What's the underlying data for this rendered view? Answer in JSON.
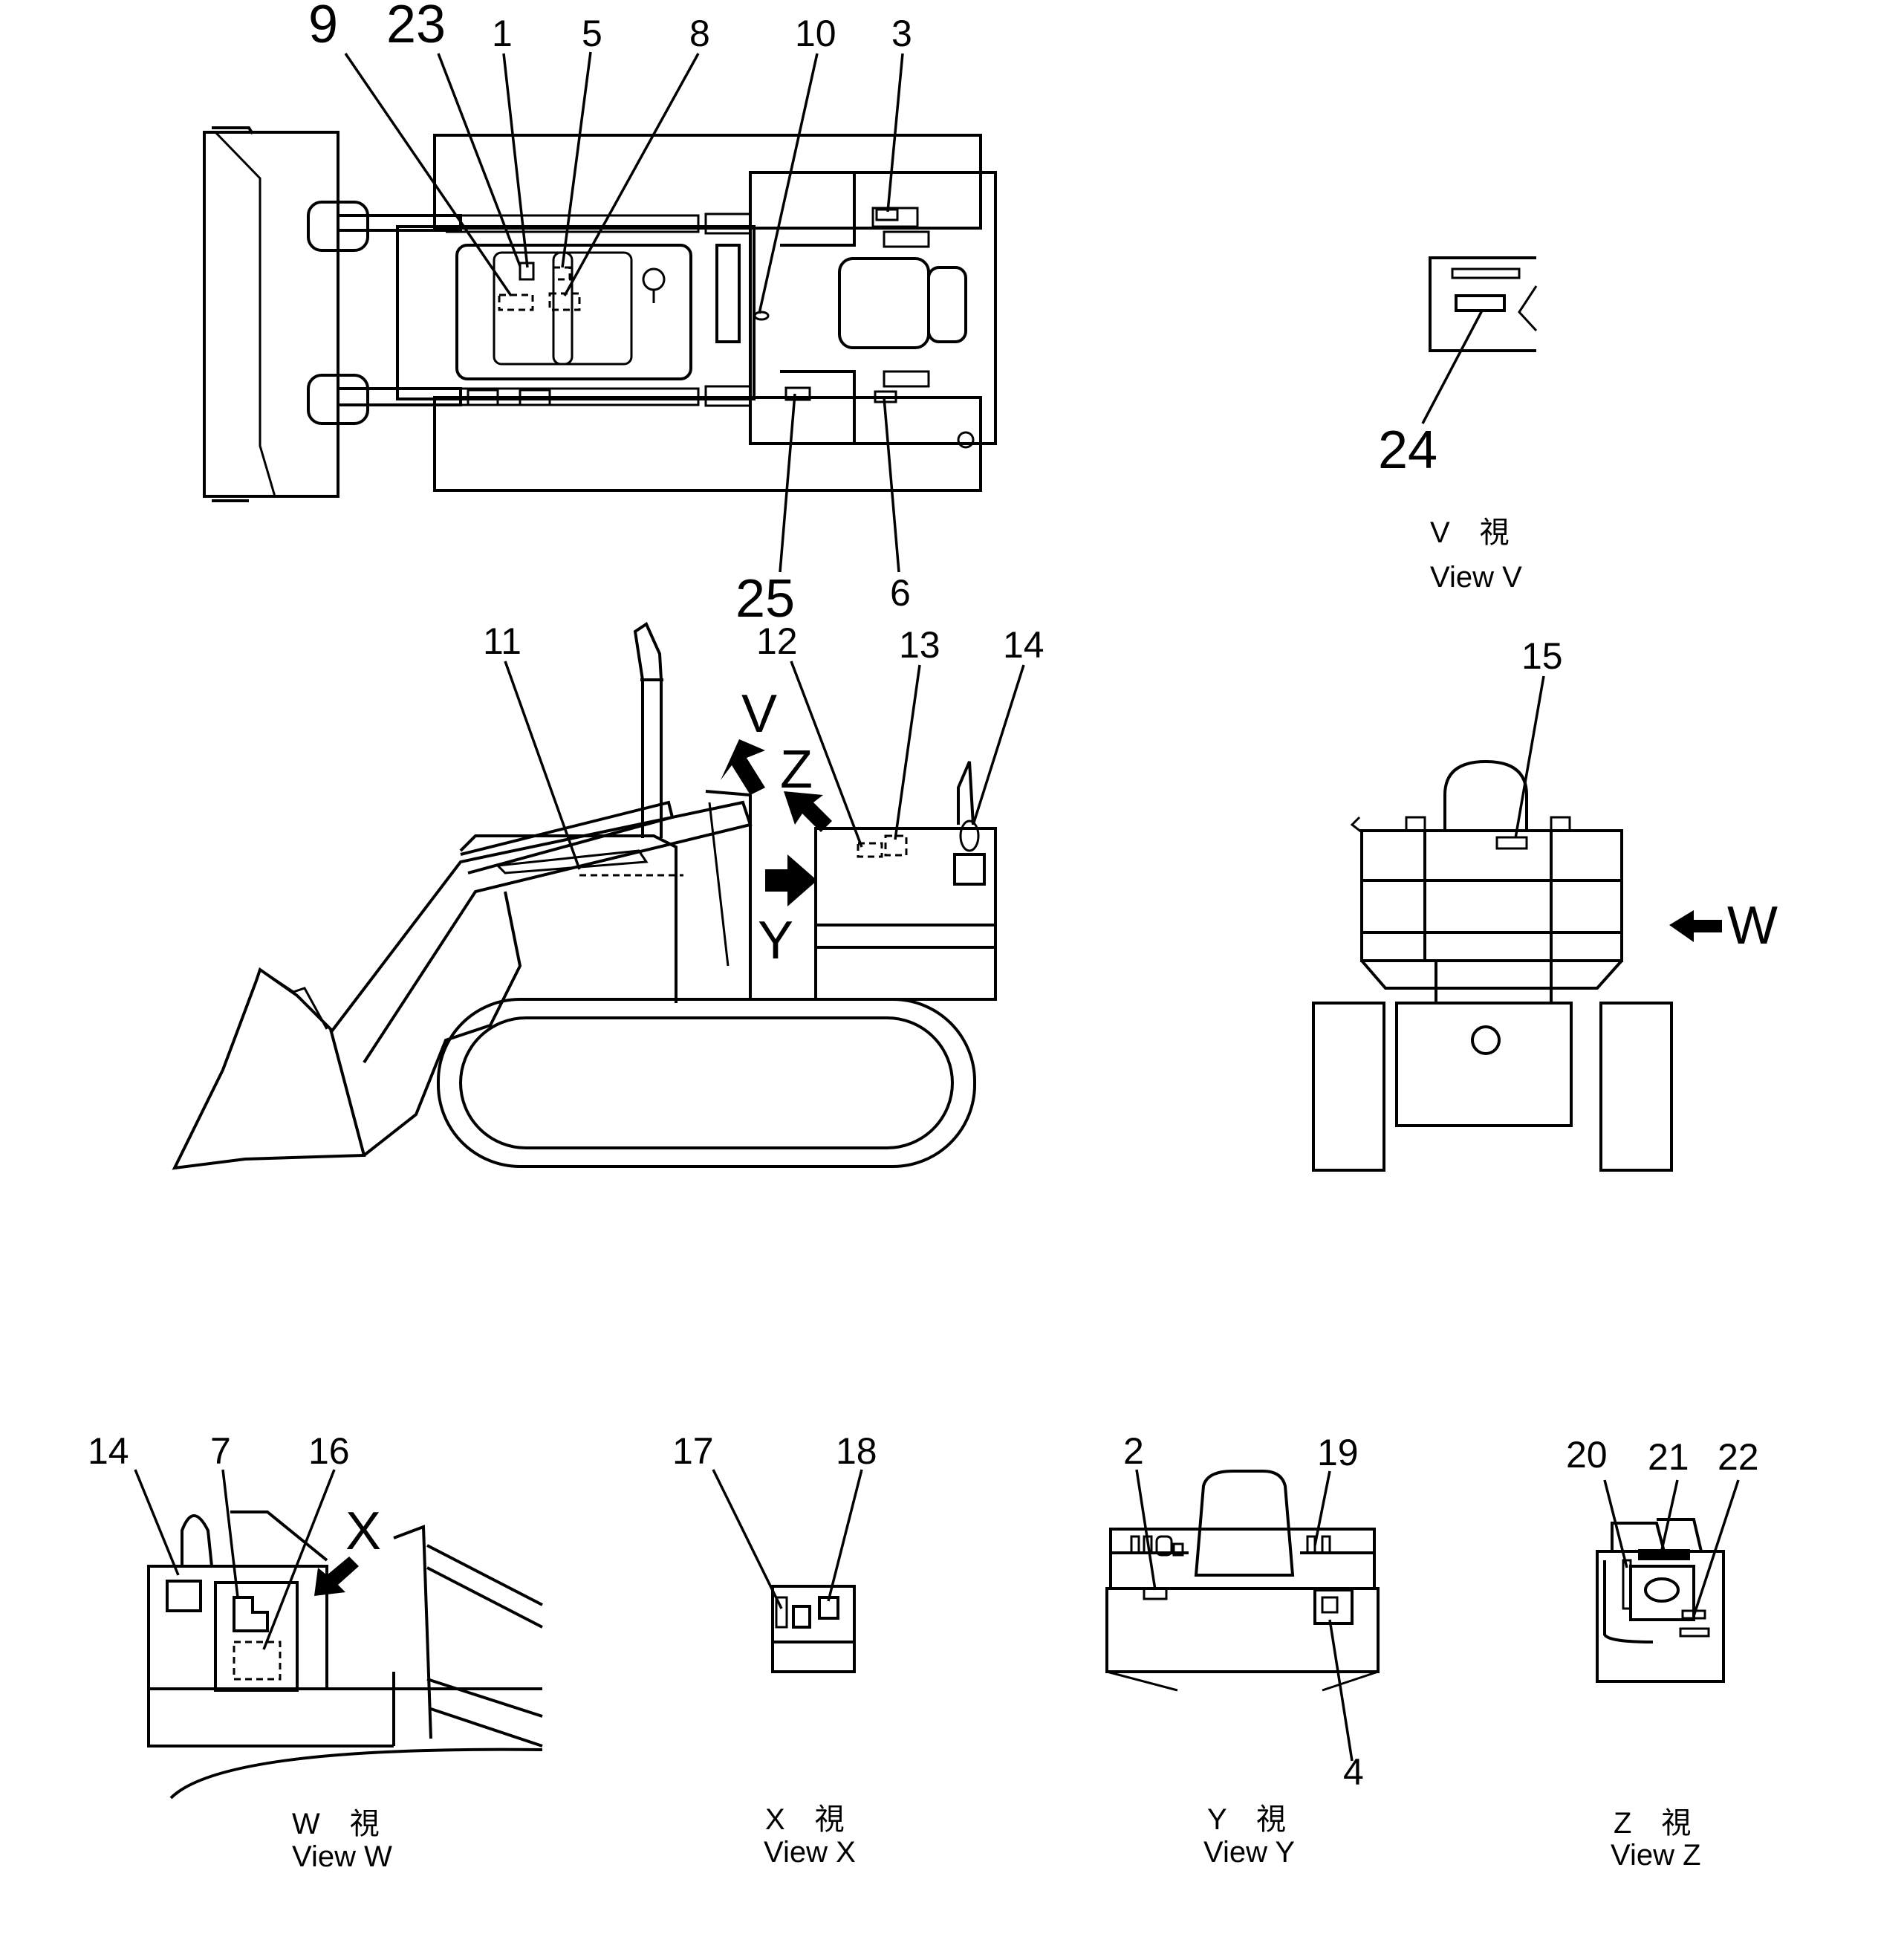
{
  "part_numbers": {
    "n1": "1",
    "n2": "2",
    "n3": "3",
    "n4": "4",
    "n5": "5",
    "n6": "6",
    "n7": "7",
    "n8": "8",
    "n9": "9",
    "n10": "10",
    "n11": "11",
    "n12": "12",
    "n13": "13",
    "n14": "14",
    "n15": "15",
    "n16": "16",
    "n17": "17",
    "n18": "18",
    "n19": "19",
    "n20": "20",
    "n21": "21",
    "n22": "22",
    "n23": "23",
    "n24": "24",
    "n25": "25"
  },
  "view_arrows": {
    "v": "V",
    "z": "Z",
    "y": "Y",
    "w": "W",
    "x": "X"
  },
  "views": {
    "v": {
      "jp": "V　視",
      "en": "View  V"
    },
    "w": {
      "jp": "W　視",
      "en": "View  W"
    },
    "x": {
      "jp": "X　視",
      "en": "View  X"
    },
    "y": {
      "jp": "Y　視",
      "en": "View  Y"
    },
    "z": {
      "jp": "Z　視",
      "en": "View  Z"
    }
  }
}
